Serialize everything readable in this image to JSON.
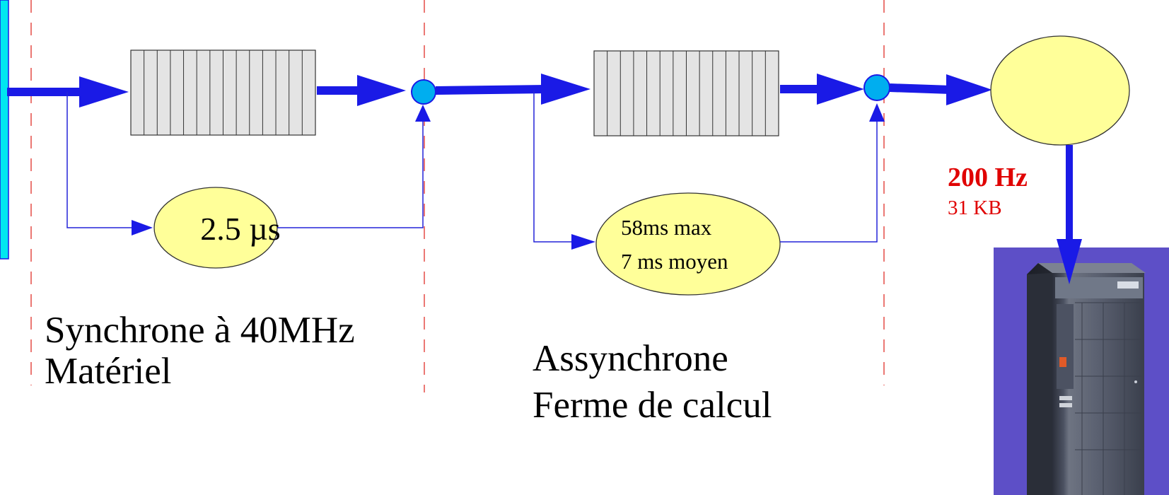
{
  "stage1": {
    "latency": "2.5 µs",
    "description_line1": "Synchrone à 40MHz",
    "description_line2": "Matériel"
  },
  "stage2": {
    "latency_line1": "58ms max",
    "latency_line2": "7 ms moyen",
    "description_line1": "Assynchrone",
    "description_line2": "Ferme de calcul"
  },
  "output": {
    "rate": "200 Hz",
    "size": "31 KB"
  },
  "colors": {
    "arrow": "#1a1ae6",
    "thin_line": "#2424d8",
    "pipeline_fill": "#e4e4e4",
    "node_fill": "#00aeef",
    "ellipse_fill": "#ffff99",
    "divider": "#e0302a",
    "input_bar": "#00e7f0",
    "rate_text": "#e00000",
    "server_bg": "#5d4fc7"
  },
  "icons": {
    "server": "server-rack-icon"
  }
}
